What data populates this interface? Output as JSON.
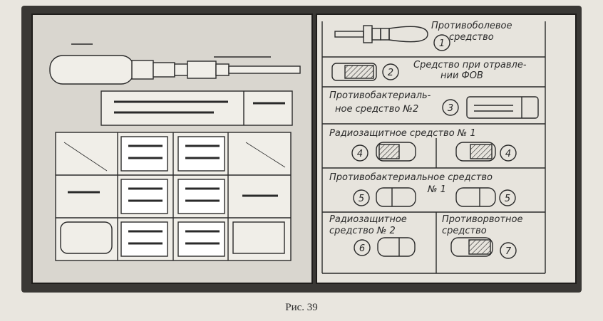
{
  "caption": "Рис. 39",
  "legend": [
    {
      "num": "1",
      "lines": [
        "Противоболевое",
        "средство"
      ]
    },
    {
      "num": "2",
      "lines": [
        "Средство при отравле-",
        "нии ФОВ"
      ]
    },
    {
      "num": "3",
      "lines": [
        "Противобактериаль-",
        "ное средство №2"
      ]
    },
    {
      "num": "4",
      "lines": [
        "Радиозащитное   средство  № 1"
      ]
    },
    {
      "num": "5",
      "lines": [
        "Противобактериальное  средство",
        "№ 1"
      ]
    },
    {
      "num": "6",
      "lines": [
        "Радиозащитное",
        "средство № 2"
      ]
    },
    {
      "num": "7",
      "lines": [
        "Противорвотное",
        "средство"
      ]
    }
  ],
  "colors": {
    "ink": "#2a2a2a",
    "paper": "#e9e6df",
    "case_dark": "#3a3835",
    "panel": "#d9d6cf"
  }
}
